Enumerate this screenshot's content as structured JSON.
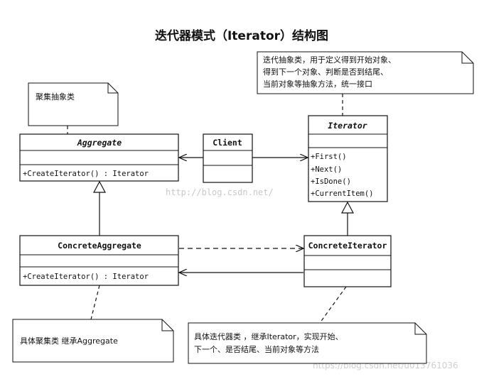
{
  "title": "迭代器模式（Iterator）结构图",
  "classes": {
    "aggregate": {
      "name": "Aggregate",
      "methods": [
        "+CreateIterator() : Iterator"
      ]
    },
    "client": {
      "name": "Client"
    },
    "iterator": {
      "name": "Iterator",
      "methods": [
        "+First()",
        "+Next()",
        "+IsDone()",
        "+CurrentItem()"
      ]
    },
    "concrete_aggregate": {
      "name": "ConcreteAggregate",
      "methods": [
        "+CreateIterator() : Iterator"
      ]
    },
    "concrete_iterator": {
      "name": "ConcreteIterator"
    }
  },
  "notes": {
    "aggregate": [
      "聚集抽象类"
    ],
    "iterator": [
      "迭代抽象类，用于定义得到开始对象、",
      "得到下一个对象、判断是否到结尾、",
      "当前对象等抽象方法，统一接口"
    ],
    "concrete_aggregate": [
      "具体聚集类 继承Aggregate"
    ],
    "concrete_iterator": [
      "具体迭代器类 ，继承Iterator，实现开始、",
      "下一个、是否结尾、当前对象等方法"
    ]
  },
  "watermarks": {
    "center": "http://blog.csdn.net/",
    "bottom_right": "https://blog.csdn.net/u013761036"
  }
}
